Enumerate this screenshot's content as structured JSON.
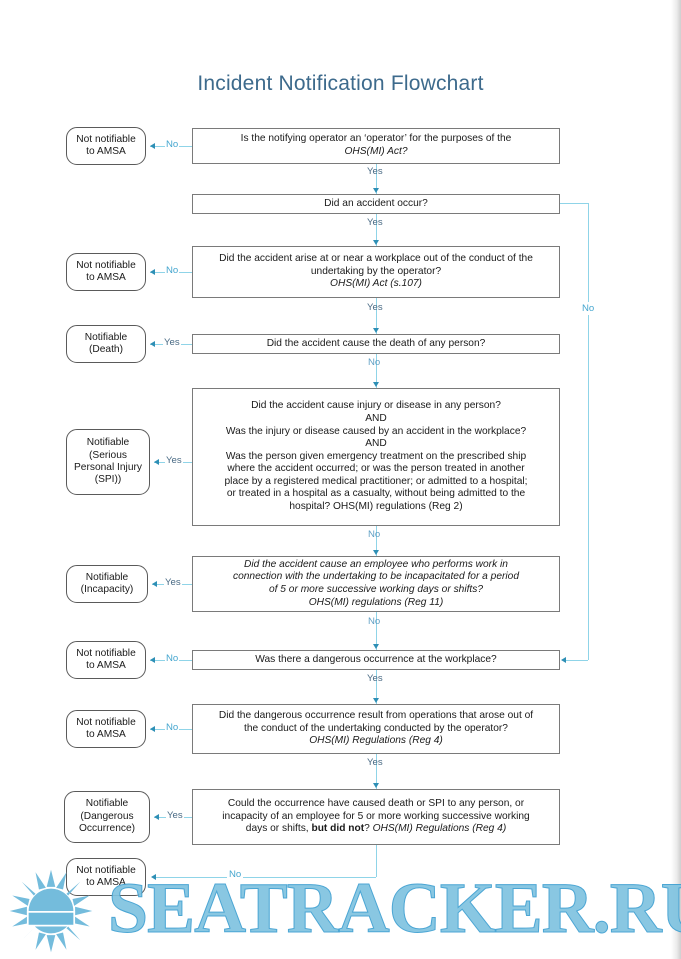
{
  "page": {
    "title": "Incident Notification Flowchart",
    "title_color": "#3d6a8c",
    "connector_color": "#8fd4e8",
    "arrow_color": "#2e8fb5",
    "yes_label_color": "#4a6b85",
    "no_label_color": "#5f9fc4"
  },
  "labels": {
    "yes": "Yes",
    "no": "No"
  },
  "questions": [
    {
      "id": "q-operator",
      "line1": "Is the notifying operator an ‘operator’ for the purposes of the",
      "line2_italic": "OHS(MI) Act?"
    },
    {
      "id": "q-accident-occur",
      "line1": "Did an accident occur?"
    },
    {
      "id": "q-accident-workplace",
      "line1": "Did the accident arise at or near a workplace out of the conduct of the",
      "line2": "undertaking by the operator?",
      "line3_italic": "OHS(MI) Act (s.107)"
    },
    {
      "id": "q-death",
      "line1": "Did the accident cause the death of any person?"
    },
    {
      "id": "q-spi",
      "line1": "Did the accident cause injury or disease in any person?",
      "line2": "AND",
      "line3": "Was the injury or disease caused by an accident in the workplace?",
      "line4": "AND",
      "line5": "Was the person given emergency treatment on the prescribed ship",
      "line6": "where the accident occurred; or was the person treated in another",
      "line7": "place by a registered medical practitioner; or admitted to a hospital;",
      "line8": "or treated in a hospital as a casualty, without being admitted to the",
      "line9": "hospital? OHS(MI) regulations (Reg 2)"
    },
    {
      "id": "q-incapacity",
      "line1_italic": "Did the accident cause an employee who performs work in",
      "line2_italic": "connection with the undertaking to be incapacitated for a period",
      "line3_italic": "of 5 or more successive working days or shifts?",
      "line4_italic": "OHS(MI) regulations (Reg 11)"
    },
    {
      "id": "q-dangerous-occurrence",
      "line1": "Was there a dangerous occurrence at the workplace?"
    },
    {
      "id": "q-dangerous-conduct",
      "line1": "Did the dangerous occurrence result from operations that arose out of",
      "line2": "the conduct of the undertaking conducted by the operator?",
      "line3_italic": "OHS(MI) Regulations (Reg 4)"
    },
    {
      "id": "q-could-have-caused",
      "line1": "Could the occurrence have caused death or SPI to any person, or",
      "line2": "incapacity of an employee for 5 or more working successive working",
      "line3a": "days or shifts, ",
      "line3b_bold": "but did not",
      "line3c": "? ",
      "line3d_italic": "OHS(MI) Regulations (Reg 4)"
    }
  ],
  "outcomes": [
    {
      "id": "o-not-notifiable-1",
      "line1": "Not notifiable",
      "line2": "to AMSA",
      "edge": "No"
    },
    {
      "id": "o-not-notifiable-2",
      "line1": "Not notifiable",
      "line2": "to AMSA",
      "edge": "No"
    },
    {
      "id": "o-notifiable-death",
      "line1": "Notifiable",
      "line2": "(Death)",
      "edge": "Yes"
    },
    {
      "id": "o-notifiable-spi",
      "line1": "Notifiable",
      "line2": "(Serious",
      "line3": "Personal Injury",
      "line4": "(SPI))",
      "edge": "Yes"
    },
    {
      "id": "o-notifiable-incapacity",
      "line1": "Notifiable",
      "line2": "(Incapacity)",
      "edge": "Yes"
    },
    {
      "id": "o-not-notifiable-3",
      "line1": "Not notifiable",
      "line2": "to AMSA",
      "edge": "No"
    },
    {
      "id": "o-not-notifiable-4",
      "line1": "Not notifiable",
      "line2": "to AMSA",
      "edge": "No"
    },
    {
      "id": "o-notifiable-dangerous",
      "line1": "Notifiable",
      "line2": "(Dangerous",
      "line3": "Occurrence)",
      "edge": "Yes"
    },
    {
      "id": "o-not-notifiable-5",
      "line1": "Not notifiable",
      "line2": "to AMSA",
      "edge": "No"
    }
  ],
  "watermark": {
    "text": "SEATRACKER.RU",
    "color": "#7fc3e0",
    "stroke_color": "#3d9fd1",
    "logo": "sun-icon"
  }
}
